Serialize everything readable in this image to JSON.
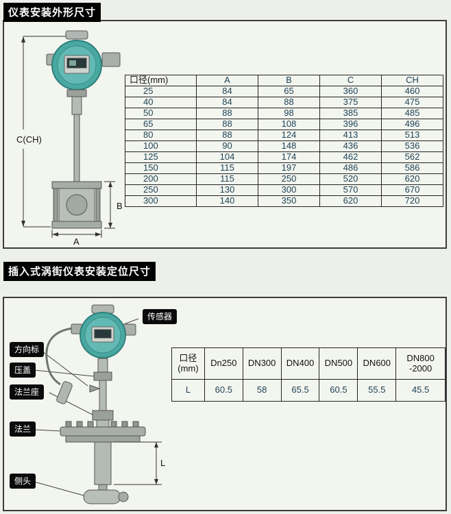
{
  "sections": {
    "section1_title": "仪表安装外形尺寸",
    "section2_title": "插入式涡街仪表安装定位尺寸"
  },
  "diagram1": {
    "dim_c": "C(CH)",
    "dim_b": "B",
    "dim_a": "A"
  },
  "table1": {
    "headers": [
      "口径(mm)",
      "A",
      "B",
      "C",
      "CH"
    ],
    "rows": [
      [
        "25",
        "84",
        "65",
        "360",
        "460"
      ],
      [
        "40",
        "84",
        "88",
        "375",
        "475"
      ],
      [
        "50",
        "88",
        "98",
        "385",
        "485"
      ],
      [
        "65",
        "88",
        "108",
        "396",
        "496"
      ],
      [
        "80",
        "88",
        "124",
        "413",
        "513"
      ],
      [
        "100",
        "90",
        "148",
        "436",
        "536"
      ],
      [
        "125",
        "104",
        "174",
        "462",
        "562"
      ],
      [
        "150",
        "115",
        "197",
        "486",
        "586"
      ],
      [
        "200",
        "115",
        "250",
        "520",
        "620"
      ],
      [
        "250",
        "130",
        "300",
        "570",
        "670"
      ],
      [
        "300",
        "140",
        "350",
        "620",
        "720"
      ]
    ]
  },
  "diagram2": {
    "labels": {
      "sensor": "传感器",
      "direction": "方向标",
      "gland": "压盖",
      "flange_seat": "法兰座",
      "flange": "法兰",
      "probe": "侧头"
    },
    "dim_l": "L"
  },
  "table2": {
    "corner": [
      "口径",
      "(mm)"
    ],
    "headers": [
      "Dn250",
      "DN300",
      "DN400",
      "DN500",
      "DN600"
    ],
    "last_header": [
      "DN800",
      "-2000"
    ],
    "row_label": "L",
    "values": [
      "60.5",
      "58",
      "65.5",
      "60.5",
      "55.5",
      "45.5"
    ]
  },
  "colors": {
    "head_teal": "#49a8a2",
    "tag_bg": "#0b0b0b",
    "page_bg": "#edf0ea"
  }
}
